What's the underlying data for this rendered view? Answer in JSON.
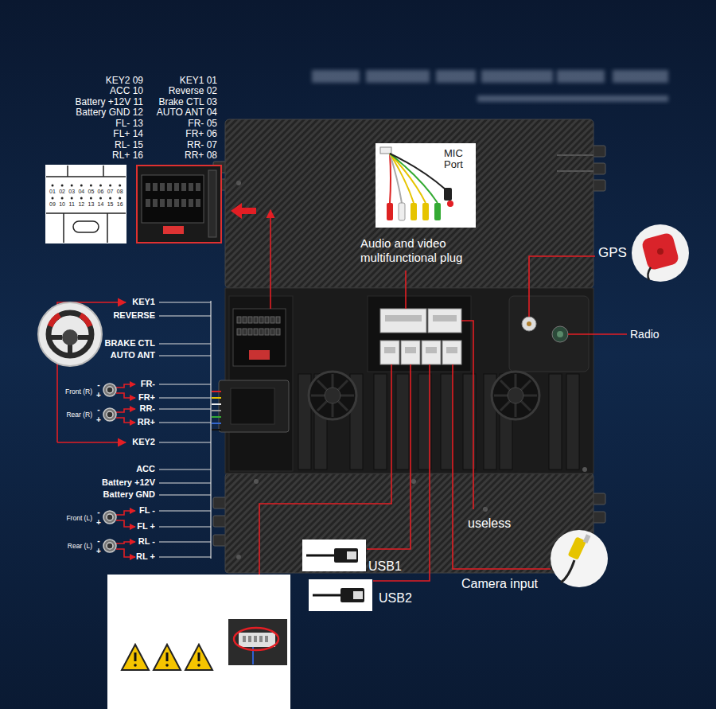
{
  "diagram": {
    "nodes": [
      {
        "text": [
          "MIC Port"
        ]
      }
    ],
    "labels": [
      "KEY2 09",
      "KEY1 01",
      "ACC 10",
      "Reverse 02",
      "Battery +12V 11",
      "Brake CTL 03",
      "Battery GND 12",
      "AUTO ANT 04",
      "FL- 13",
      "FR- 05",
      "FL+ 14",
      "FR+ 06",
      "RL- 15",
      "RR- 07",
      "RL+ 16",
      "RR+ 08",
      "01",
      "02",
      "03",
      "04",
      "05",
      "06",
      "07",
      "08",
      "09",
      "10",
      "11",
      "12",
      "13",
      "14",
      "15",
      "16",
      "Audio and video multifunctional plug",
      "GPS",
      "Radio",
      "KEY1",
      "REVERSE",
      "BRAKE CTL",
      "AUTO ANT",
      "Front (R)",
      "-",
      "+",
      "FR-",
      "FR+",
      "Rear (R)",
      "-",
      "+",
      "RR-",
      "RR+",
      "KEY2",
      "ACC",
      "Battery +12V",
      "Battery GND",
      "Front (L)",
      "-",
      "+",
      "FL -",
      "FL +",
      "Rear (L)",
      "-",
      "+",
      "RL -",
      "RL +",
      "useless",
      "USB1",
      "USB2",
      "Camera input"
    ]
  }
}
